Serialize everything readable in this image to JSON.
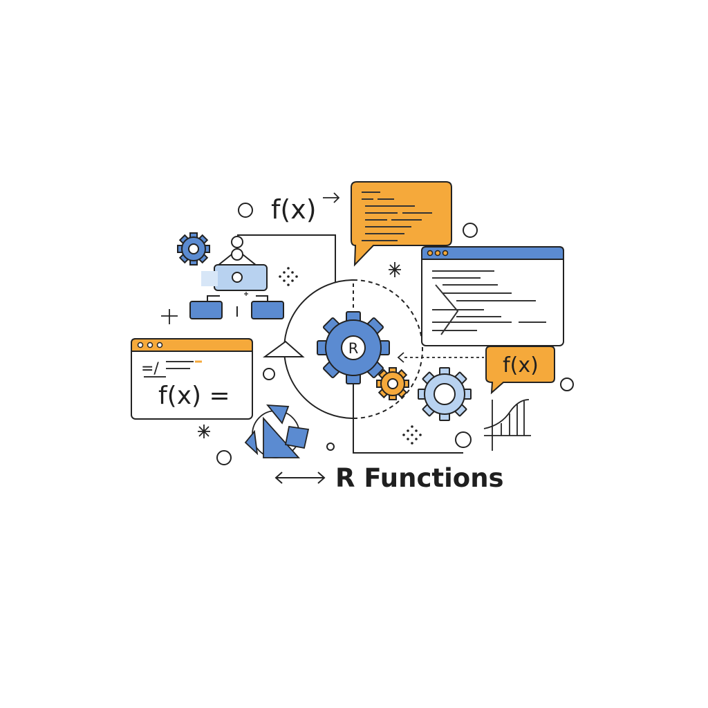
{
  "title": "R Functions",
  "gear_letter": "R",
  "formula_top": "f(x)",
  "formula_bubble": "f(x)",
  "formula_window": "f(x) =",
  "code_glyph": "=/",
  "cursor_glyph": "I",
  "colors": {
    "blue": "#5b8bd1",
    "light_blue": "#b8d2f0",
    "orange": "#f5a93b",
    "outline": "#222222"
  },
  "icons": [
    "gear-icon",
    "flowchart-icon",
    "code-window-icon",
    "speech-bubble-icon",
    "function-graph-icon",
    "geometric-shapes-icon",
    "double-arrow-icon"
  ]
}
